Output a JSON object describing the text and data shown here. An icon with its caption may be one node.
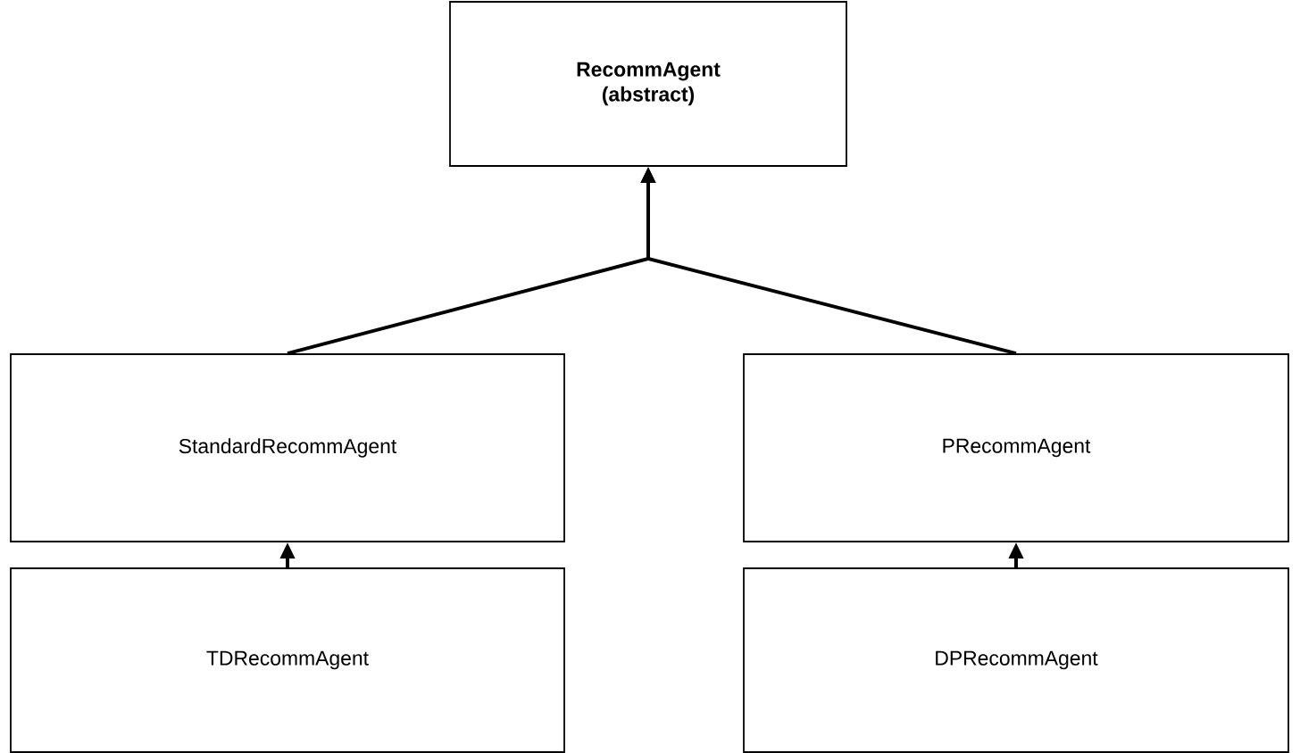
{
  "diagram": {
    "nodes": [
      {
        "text": [
          "RecommAgent (abstract)"
        ]
      },
      {
        "text": [
          "StandardRecommAgent"
        ]
      },
      {
        "text": [
          "PRecommAgent"
        ]
      },
      {
        "text": [
          "TDRecommAgent"
        ]
      },
      {
        "text": [
          "DPRecommAgent"
        ]
      }
    ],
    "edges": [
      {
        "from": 1,
        "to": 0,
        "arrow": "to"
      },
      {
        "from": 2,
        "to": 0,
        "arrow": "to"
      },
      {
        "from": 3,
        "to": 1,
        "arrow": "to"
      },
      {
        "from": 4,
        "to": 2,
        "arrow": "to"
      }
    ]
  }
}
